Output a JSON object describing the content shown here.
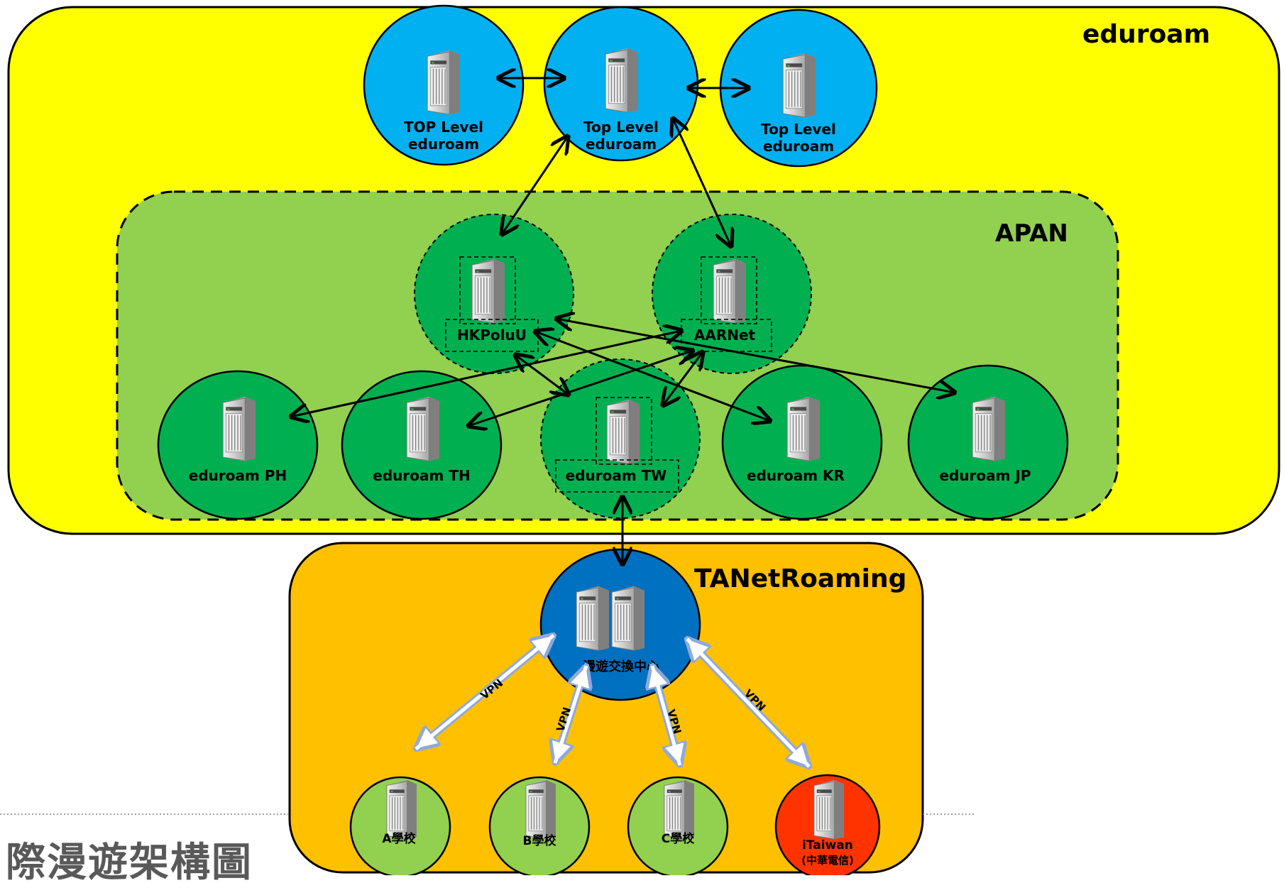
{
  "page_title": "際漫遊架構圖",
  "regions": {
    "eduroam": "eduroam",
    "apan": "APAN",
    "tanet": "TANetRoaming"
  },
  "top_level": [
    {
      "line1": "TOP Level",
      "line2": "eduroam"
    },
    {
      "line1": "Top Level",
      "line2": "eduroam"
    },
    {
      "line1": "Top Level",
      "line2": "eduroam"
    }
  ],
  "apan_nodes": {
    "hkpolyu": "HKPoluU",
    "aarnet": "AARNet",
    "ph": "eduroam PH",
    "th": "eduroam TH",
    "tw": "eduroam TW",
    "kr": "eduroam KR",
    "jp": "eduroam JP"
  },
  "tanet_nodes": {
    "hub": "漫遊交換中心",
    "a": "A學校",
    "b": "B學校",
    "c": "C學校",
    "itaiwan1": "iTaiwan",
    "itaiwan2": "(中華電信)"
  },
  "vpn_label": "VPN",
  "colors": {
    "eduroam_bg": "#ffff00",
    "apan_bg": "#92d050",
    "tanet_bg": "#ffc000",
    "top_level": "#00b0f0",
    "apan_node": "#00b050",
    "hub": "#0070c0",
    "school": "#92d050",
    "itaiwan": "#ff3300",
    "vpn_arrow": "#8ea9db"
  }
}
